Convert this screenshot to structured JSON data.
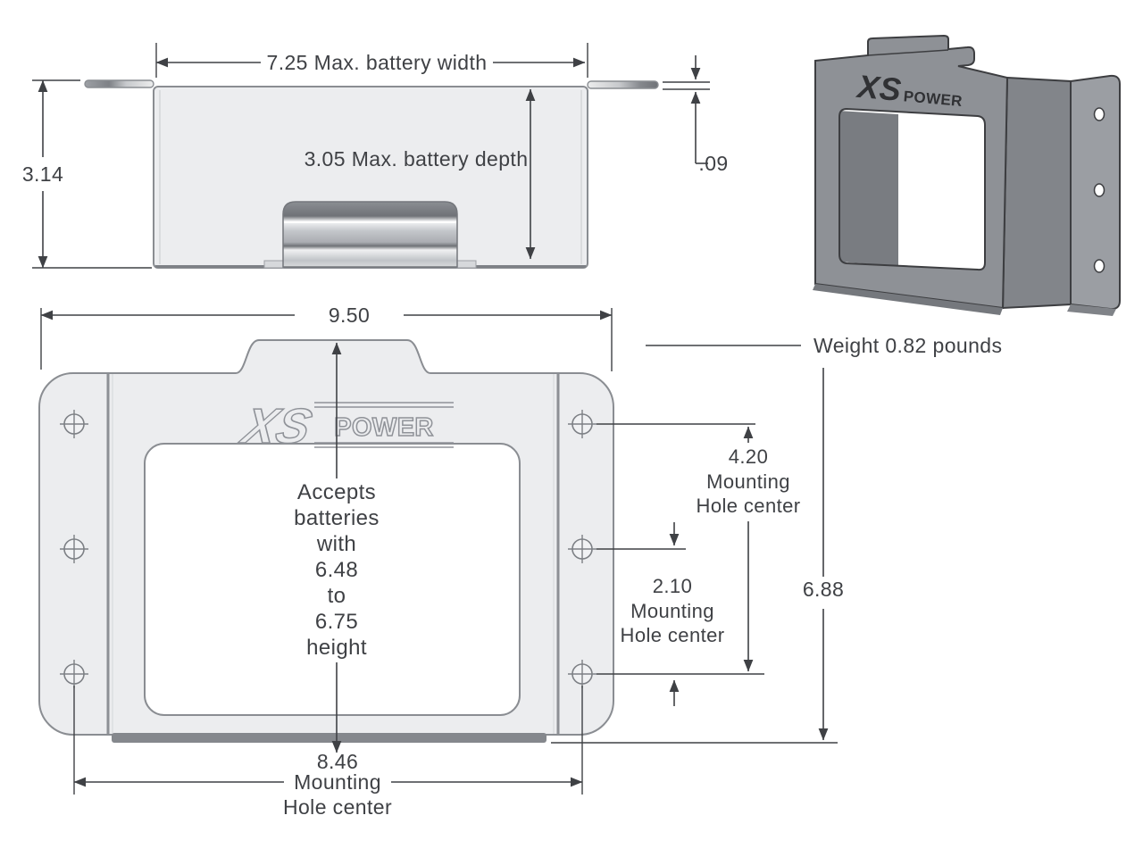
{
  "drawing": {
    "side_view": {
      "dim_max_width": "7.25 Max. battery width",
      "dim_overall_height": "3.14",
      "dim_max_depth": "3.05 Max. battery depth",
      "dim_flange_thickness": ".09"
    },
    "front_view": {
      "dim_overall_width": "9.50",
      "logo": {
        "xs": "XS",
        "power": "POWER"
      },
      "note_lines": [
        "Accepts",
        "batteries",
        "with",
        "6.48",
        "to",
        "6.75",
        "height"
      ]
    },
    "dimensions_right": {
      "hole_span_top": {
        "value": "4.20",
        "line2": "Mounting",
        "line3": "Hole center"
      },
      "hole_span_lower": {
        "value": "2.10",
        "line2": "Mounting",
        "line3": "Hole center"
      },
      "overall_height": "6.88"
    },
    "dimension_bottom": {
      "value": "8.46",
      "line2": "Mounting",
      "line3": "Hole center"
    },
    "weight_note": "Weight 0.82 pounds",
    "iso_view": {
      "logo": {
        "xs": "XS",
        "power": "POWER"
      }
    }
  },
  "colors": {
    "background": "#ffffff",
    "part_fill": "#ecedef",
    "part_stroke": "#8a8d92",
    "dim_line": "#3f4145",
    "text": "#3f4145",
    "metal_dark": "#85888d",
    "iso_face": "#8e9196",
    "iso_side": "#82858a",
    "iso_flange": "#9b9ea3",
    "iso_inner": "#797c81",
    "logo_engrave": "#8f9298",
    "iso_logo": "#303134"
  }
}
